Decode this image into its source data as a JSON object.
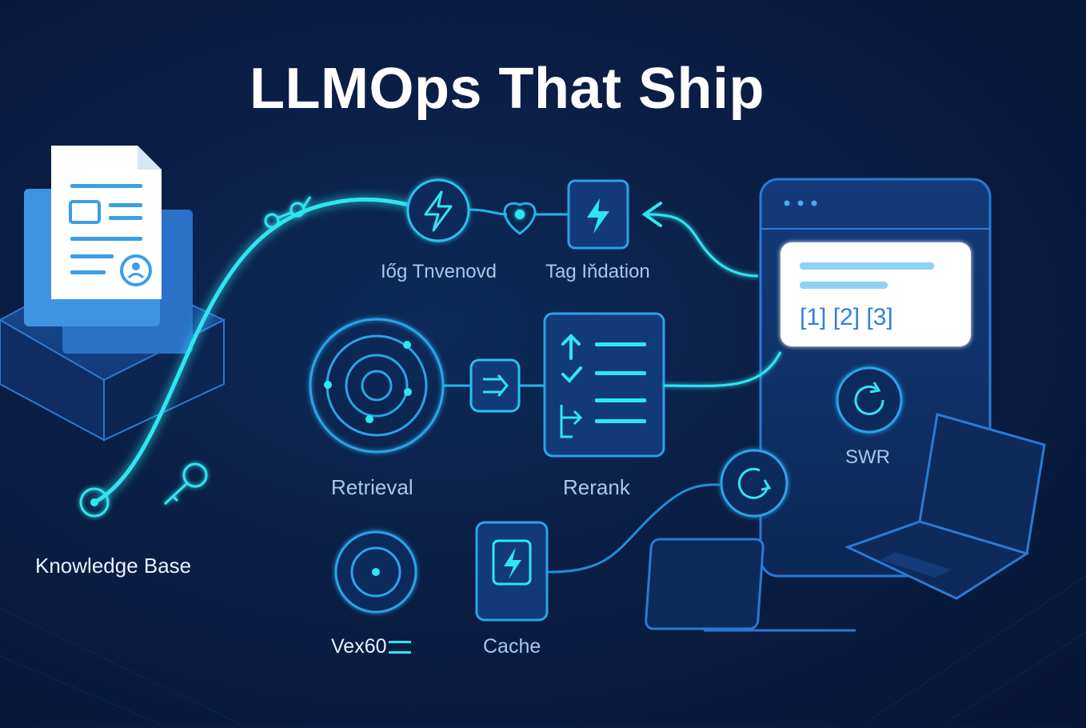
{
  "title": "LLMOps That Ship",
  "labels": {
    "knowledge_base": "Knowledge Base",
    "log_tnvenovd": "Iőg Tnvenovd",
    "tag_indation": "Tag Iňdation",
    "retrieval": "Retrieval",
    "rerank": "Rerank",
    "swr": "SWR",
    "vex60": "Vex60",
    "cache": "Cache"
  },
  "browser_panel": {
    "citations": "[1] [2] [3]"
  },
  "colors": {
    "background": "#0a1e45",
    "glow": "#2ee6f2",
    "node_stroke": "#1fb6e8",
    "label": "#a9c8ea",
    "title": "#ffffff"
  },
  "icons": {
    "document": "document-stack-icon",
    "bolt": "lightning-bolt-icon",
    "refresh": "refresh-icon",
    "target": "target-icon",
    "arrow_right": "arrow-right-icon",
    "checklist": "checklist-icon",
    "laptop": "laptop-icon"
  }
}
